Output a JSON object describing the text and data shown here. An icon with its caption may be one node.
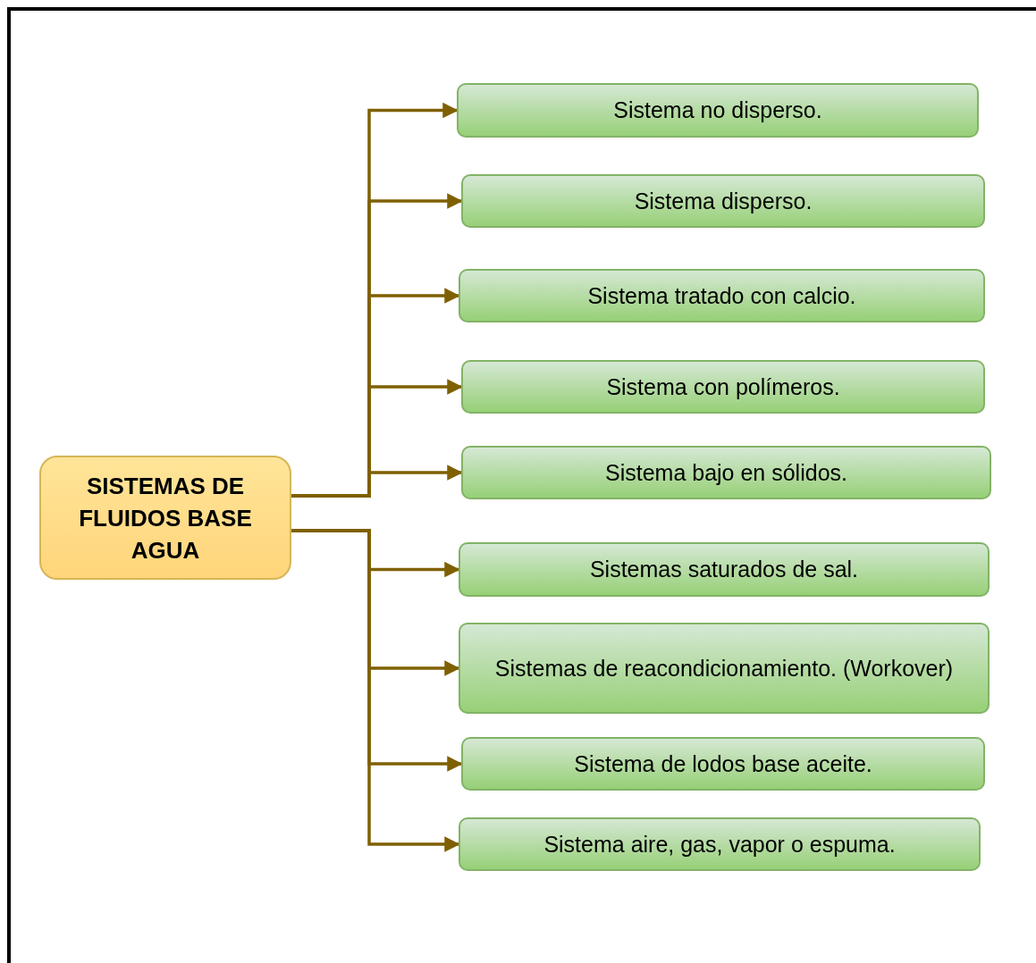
{
  "diagram": {
    "nodes": [
      {
        "text": [
          "SISTEMAS DE FLUIDOS BASE AGUA"
        ]
      },
      {
        "text": [
          "Sistema no disperso."
        ]
      },
      {
        "text": [
          "Sistema disperso."
        ]
      },
      {
        "text": [
          "Sistema tratado con calcio."
        ]
      },
      {
        "text": [
          "Sistema con polímeros."
        ]
      },
      {
        "text": [
          "Sistema bajo en sólidos."
        ]
      },
      {
        "text": [
          "Sistemas saturados de sal."
        ]
      },
      {
        "text": [
          "Sistemas de reacondicionamiento. (Workover)"
        ]
      },
      {
        "text": [
          "Sistema de lodos base aceite."
        ]
      },
      {
        "text": [
          "Sistema aire, gas, vapor o espuma."
        ]
      }
    ],
    "edges": [
      {
        "from": 0,
        "to": 1,
        "arrow": "to"
      },
      {
        "from": 0,
        "to": 2,
        "arrow": "to"
      },
      {
        "from": 0,
        "to": 3,
        "arrow": "to"
      },
      {
        "from": 0,
        "to": 4,
        "arrow": "to"
      },
      {
        "from": 0,
        "to": 5,
        "arrow": "to"
      },
      {
        "from": 0,
        "to": 6,
        "arrow": "to"
      },
      {
        "from": 0,
        "to": 7,
        "arrow": "to"
      },
      {
        "from": 0,
        "to": 8,
        "arrow": "to"
      },
      {
        "from": 0,
        "to": 9,
        "arrow": "to"
      }
    ]
  }
}
